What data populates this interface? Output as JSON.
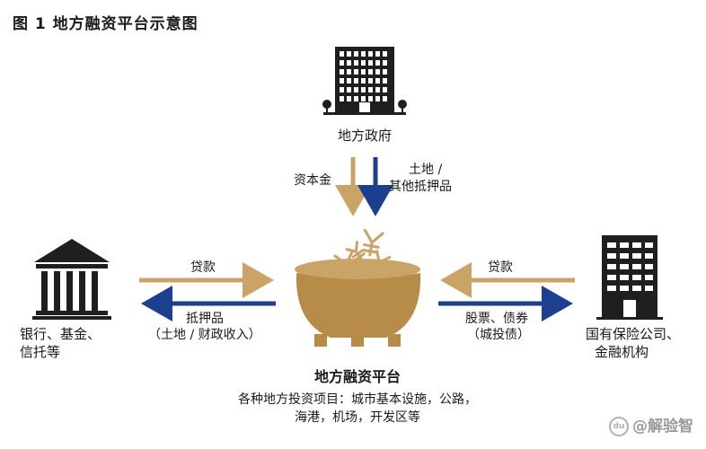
{
  "title": "图 1 地方融资平台示意图",
  "nodes": {
    "government": "地方政府",
    "platform": "地方融资平台",
    "platform_desc_line1": "各种地方投资项目：城市基本设施，公路，",
    "platform_desc_line2": "海港，机场，开发区等",
    "banks_line1": "银行、基金、",
    "banks_line2": "信托等",
    "insurers_line1": "国有保险公司、",
    "insurers_line2": "金融机构"
  },
  "edges": {
    "capital": "资本金",
    "land_line1": "土地 /",
    "land_line2": "其他抵押品",
    "loan_left": "贷款",
    "collateral_line1": "抵押品",
    "collateral_line2": "（土地 / 财政收入）",
    "loan_right": "贷款",
    "stocks_line1": "股票、债券",
    "stocks_line2": "（城投债）"
  },
  "colors": {
    "gold": "#c9a466",
    "pot": "#b78c48",
    "navy": "#1d3f8f",
    "dark": "#1f1f1f"
  },
  "watermark": "@解验智"
}
